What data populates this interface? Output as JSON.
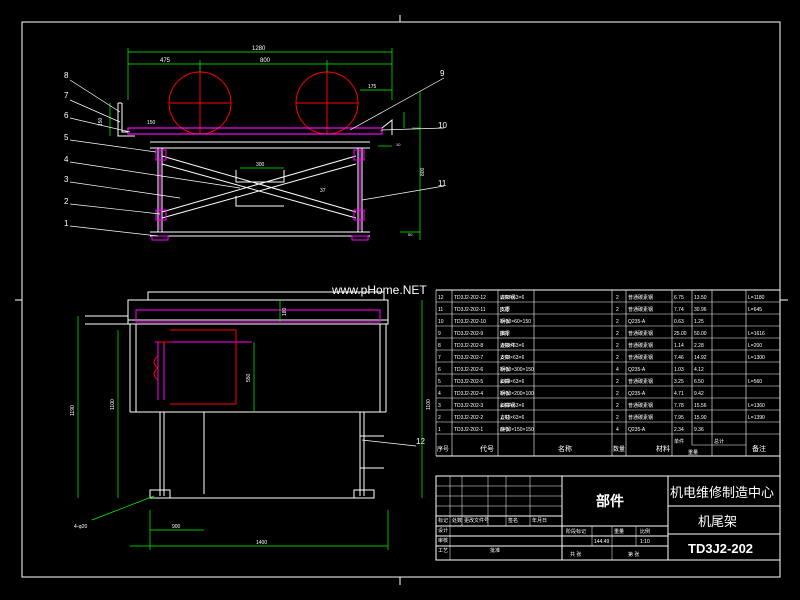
{
  "watermark": "www.pHome.NET",
  "callouts": [
    "1",
    "2",
    "3",
    "4",
    "5",
    "6",
    "7",
    "8",
    "9",
    "10",
    "11",
    "12"
  ],
  "dims": {
    "top_width": "1280",
    "top_left": "475",
    "top_mid": "800",
    "top_right": "175",
    "top_h1": "150",
    "top_h2": "150",
    "top_h3": "800",
    "top_mid_inner": "300",
    "top_mid_angle": "37",
    "top_small_r": "10",
    "top_small_r2": "50",
    "front_height": "1190",
    "front_height2": "1100",
    "front_mid": "550",
    "front_top": "180",
    "front_bottom_left": "900",
    "front_bottom_total": "1400",
    "front_hole": "4-φ20"
  },
  "bom": {
    "rows": [
      {
        "no": "12",
        "code": "TD3J2-202-12",
        "name": "底架钢",
        "spec": "∠63×63×6",
        "qty": "2",
        "mat": "普通碳素钢",
        "w1": "6.75",
        "w2": "13.50",
        "note": "L=1180"
      },
      {
        "no": "11",
        "code": "TD3J2-202-11",
        "name": "支腰",
        "spec": "[12]",
        "qty": "2",
        "mat": "普通碳素钢",
        "w1": "7.74",
        "w2": "30.96",
        "note": "L=645"
      },
      {
        "no": "10",
        "code": "TD3J2-202-10",
        "name": "钢板",
        "spec": "δ=10×60×150",
        "qty": "2",
        "mat": "Q235-A",
        "w1": "0.63",
        "w2": "1.25",
        "note": ""
      },
      {
        "no": "9",
        "code": "TD3J2-202-9",
        "name": "横梁",
        "spec": "[12]",
        "qty": "2",
        "mat": "普通碳素钢",
        "w1": "25.00",
        "w2": "50.00",
        "note": "L=1616"
      },
      {
        "no": "8",
        "code": "TD3J2-202-8",
        "name": "连接件",
        "spec": "∠63×63×6",
        "qty": "2",
        "mat": "普通碳素钢",
        "w1": "1.14",
        "w2": "2.28",
        "note": "L=200"
      },
      {
        "no": "7",
        "code": "TD3J2-202-7",
        "name": "支架",
        "spec": "∠63×63×6",
        "qty": "2",
        "mat": "普通碳素钢",
        "w1": "7.46",
        "w2": "14.92",
        "note": "L=1300"
      },
      {
        "no": "6",
        "code": "TD3J2-202-6",
        "name": "钢板",
        "spec": "δ=10×300×150",
        "qty": "4",
        "mat": "Q235-A",
        "w1": "1.03",
        "w2": "4.12",
        "note": ""
      },
      {
        "no": "5",
        "code": "TD3J2-202-5",
        "name": "斜撑",
        "spec": "∠63×63×6",
        "qty": "2",
        "mat": "普通碳素钢",
        "w1": "3.25",
        "w2": "6.50",
        "note": "L=560"
      },
      {
        "no": "4",
        "code": "TD3J2-202-4",
        "name": "钢板",
        "spec": "δ=10×200×100",
        "qty": "2",
        "mat": "Q235-A",
        "w1": "4.71",
        "w2": "9.42",
        "note": ""
      },
      {
        "no": "3",
        "code": "TD3J2-202-3",
        "name": "斜撑钢",
        "spec": "∠63×63×6",
        "qty": "2",
        "mat": "普通碳素钢",
        "w1": "7.78",
        "w2": "15.56",
        "note": "L=1360"
      },
      {
        "no": "2",
        "code": "TD3J2-202-2",
        "name": "立柱",
        "spec": "∠63×63×6",
        "qty": "2",
        "mat": "普通碳素钢",
        "w1": "7.95",
        "w2": "15.90",
        "note": "L=1390"
      },
      {
        "no": "1",
        "code": "TD3J2-202-1",
        "name": "底板",
        "spec": "δ=10×150×150",
        "qty": "4",
        "mat": "Q235-A",
        "w1": "2.34",
        "w2": "9.36",
        "note": ""
      }
    ],
    "headers": {
      "no": "序号",
      "code": "代号",
      "name": "名称",
      "qty": "数量",
      "mat": "材料",
      "w_single": "单件",
      "w_total": "总计",
      "w_weight": "重量",
      "note": "备注"
    }
  },
  "titleblock": {
    "type": "部件",
    "org": "机电维修制造中心",
    "drawing_name": "机尾架",
    "drawing_no": "TD3J2-202",
    "small": [
      "标记",
      "处数",
      "更改文件号",
      "签名",
      "年月日",
      "设计",
      "审核",
      "工艺",
      "批准",
      "阶段标记",
      "重量",
      "比例",
      "共 张",
      "第 张"
    ],
    "weight": "144.49",
    "scale": "1:10"
  },
  "colors": {
    "frame": "#ffffff",
    "part": "#ffffff",
    "dim": "#00ff00",
    "accent": "#ff00ff",
    "red": "#ff0000",
    "yellow": "#ffff00"
  }
}
